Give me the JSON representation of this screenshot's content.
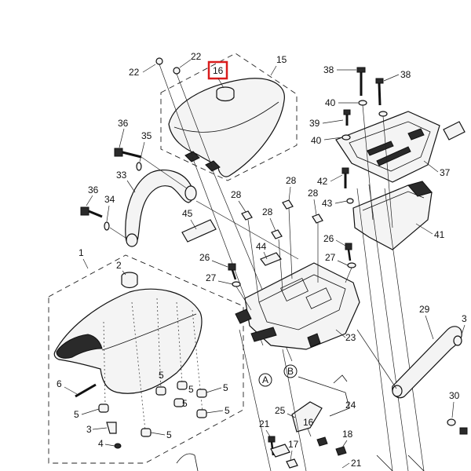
{
  "diagram": {
    "highlight_color": "#d91c1c",
    "callouts": {
      "c1": "1",
      "c2": "2",
      "c3": "3",
      "c4": "4",
      "c5a": "5",
      "c5b": "5",
      "c5c": "5",
      "c5d": "5",
      "c5e": "5",
      "c5f": "5",
      "c5g": "5",
      "c6": "6",
      "c15": "15",
      "c16": "16",
      "c17": "17",
      "c18": "18",
      "c21a": "21",
      "c21b": "21",
      "c22a": "22",
      "c22b": "22",
      "c23": "23",
      "c24": "24",
      "c25": "25",
      "c26a": "26",
      "c26b": "26",
      "c27a": "27",
      "c27b": "27",
      "c28a": "28",
      "c28b": "28",
      "c28c": "28",
      "c28d": "28",
      "c29": "29",
      "c30": "30",
      "c31": "3",
      "c33": "33",
      "c34": "34",
      "c35": "35",
      "c36a": "36",
      "c36b": "36",
      "c37": "37",
      "c38a": "38",
      "c38b": "38",
      "c39": "39",
      "c40a": "40",
      "c40b": "40",
      "c41": "41",
      "c42": "42",
      "c43": "43",
      "c44": "44",
      "c45": "45",
      "markerA": "A",
      "markerB": "B"
    }
  }
}
